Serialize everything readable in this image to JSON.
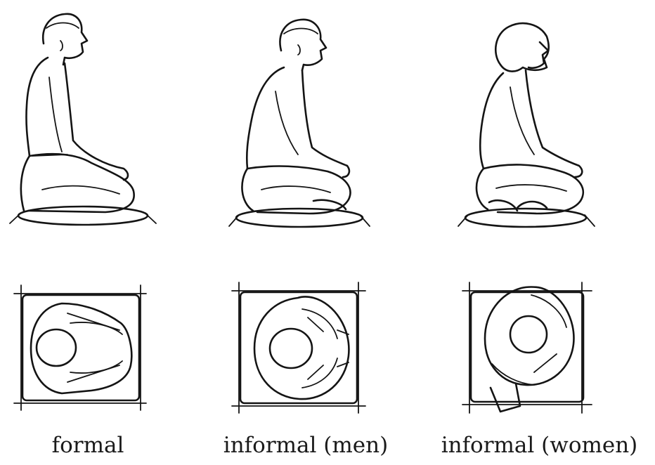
{
  "captions": {
    "formal": "formal",
    "informal_men": "informal (men)",
    "informal_women": "informal (women)"
  },
  "postures": [
    {
      "id": "formal",
      "views": [
        "side",
        "top"
      ]
    },
    {
      "id": "informal-men",
      "views": [
        "side",
        "top"
      ]
    },
    {
      "id": "informal-women",
      "views": [
        "side",
        "top"
      ]
    }
  ]
}
